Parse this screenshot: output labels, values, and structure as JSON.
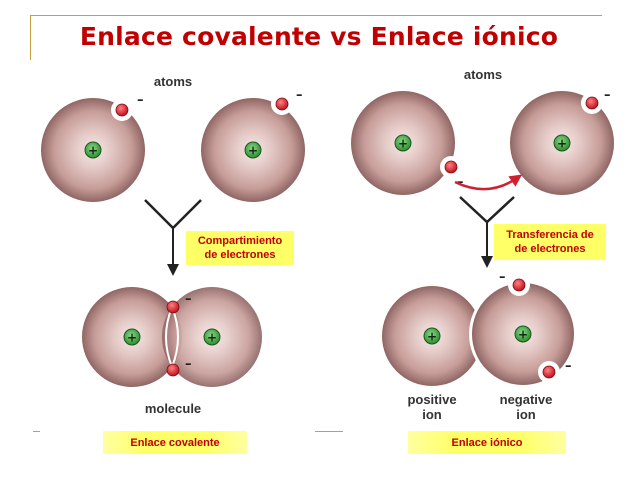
{
  "title": "Enlace covalente vs Enlace iónico",
  "covalent": {
    "atoms_label": "atoms",
    "process_label_line1": "Compartimiento",
    "process_label_line2": "de electrones",
    "result_label": "molecule",
    "banner": "Enlace covalente"
  },
  "ionic": {
    "atoms_label": "atoms",
    "process_label_line1": "Transferencia de",
    "process_label_line2": "de electrones",
    "positive_label_line1": "positive",
    "positive_label_line2": "ion",
    "negative_label_line1": "negative",
    "negative_label_line2": "ion",
    "banner": "Enlace iónico"
  },
  "symbols": {
    "plus": "+",
    "minus": "–"
  },
  "colors": {
    "title": "#c00000",
    "highlight": "#ffff66",
    "accent_line": "#c8a040",
    "nucleus": "#3aa03a",
    "electron": "#d02030",
    "arrow": "#d02030"
  }
}
